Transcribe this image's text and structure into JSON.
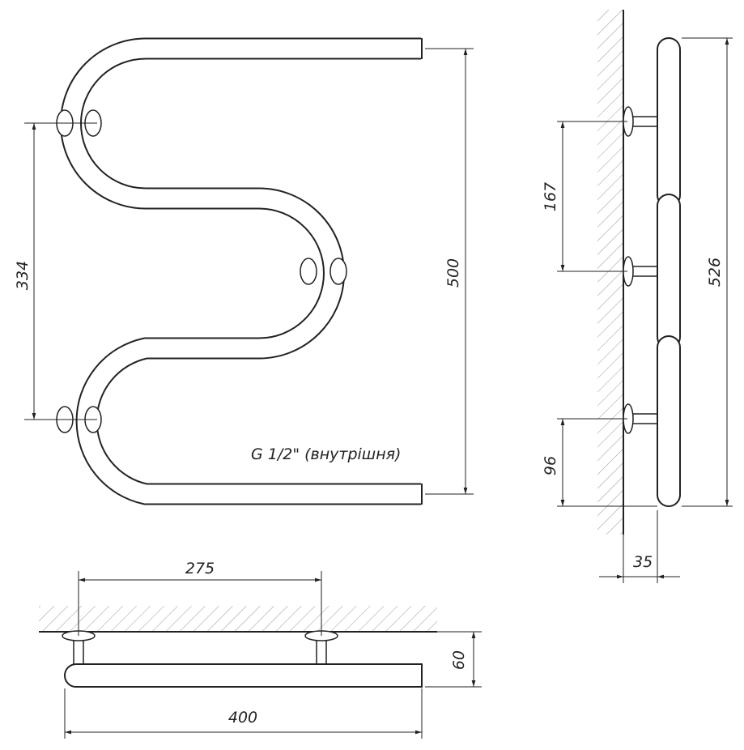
{
  "front_view": {
    "note": "G 1/2\" (внутрішня)",
    "dim_mount_spacing": "334",
    "dim_height": "500"
  },
  "side_view": {
    "dim_upper_spacing": "167",
    "dim_bottom_offset": "96",
    "dim_total_height": "526",
    "dim_depth": "35"
  },
  "top_view": {
    "dim_mount_distance": "275",
    "dim_width": "400",
    "dim_wall_offset": "60"
  }
}
